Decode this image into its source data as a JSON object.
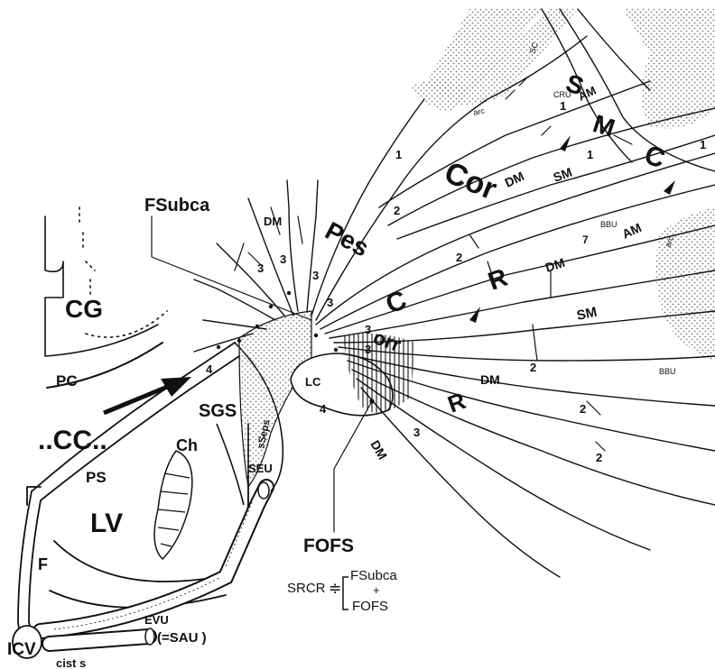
{
  "labels": {
    "cg": "CG",
    "pc": "PC",
    "cc": "..CC..",
    "ps": "PS",
    "lv": "LV",
    "ch": "Ch",
    "f": "F",
    "icv": "ICV",
    "cist": "cist s",
    "evu": "EVU",
    "sau": "(=SAU )",
    "seu": "SEU",
    "sgs": "SGS",
    "sseps": "sSeps",
    "fsubca": "FSubca",
    "lc": "LC",
    "fofs": "FOFS",
    "pes": "Pes",
    "cor_upper": "Cor",
    "r_upper": "R",
    "c_mid": "C",
    "or_lower": "orr",
    "r_lower": "R",
    "s": "S",
    "m": "M",
    "c_top": "C",
    "am1": "AM",
    "am2": "AM",
    "sm1": "SM",
    "sm2": "SM",
    "dm1": "DM",
    "dm2": "DM",
    "dm3": "DM",
    "dm4": "DM",
    "dm5": "DM",
    "sc": "SC",
    "cru": "CRU",
    "bbu1": "BBU",
    "bbu2": "BBU",
    "arc1": "arc",
    "arc2": "arc",
    "n1a": "1",
    "n1b": "1",
    "n1c": "1",
    "n1d": "1",
    "n2a": "2",
    "n2b": "2",
    "n2c": "2",
    "n2d": "2",
    "n2e": "2",
    "n3a": "3",
    "n3b": "3",
    "n3c": "3",
    "n3d": "3",
    "n3e": "3",
    "n3f": "3",
    "n3g": "3",
    "n4a": "4",
    "n4b": "4",
    "n7": "7"
  },
  "formula": {
    "lhs": "SRCR",
    "op": "≑",
    "top": "FSubca",
    "plus": "+",
    "bottom": "FOFS"
  },
  "colors": {
    "ink": "#111111",
    "stipple": "#bdbdbd"
  }
}
